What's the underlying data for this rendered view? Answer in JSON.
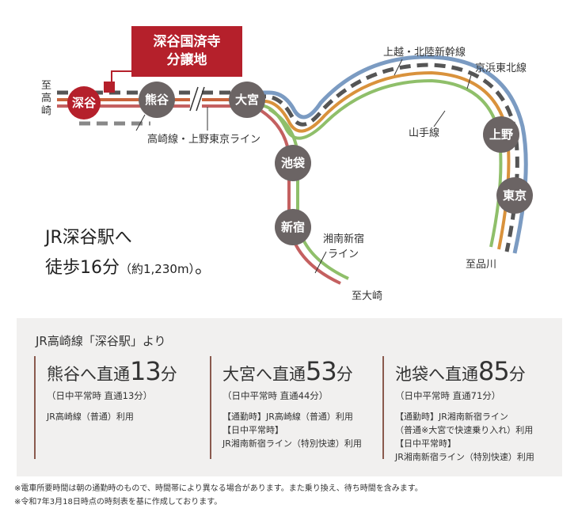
{
  "callout": {
    "line1": "深谷国済寺",
    "line2": "分譲地"
  },
  "direction_takasaki": [
    "至",
    "高",
    "崎"
  ],
  "stations": {
    "fukaya": "深谷",
    "kumagaya": "熊谷",
    "omiya": "大宮",
    "ikebukuro": "池袋",
    "shinjuku": "新宿",
    "ueno": "上野",
    "tokyo": "東京"
  },
  "line_labels": {
    "takasaki_ueno_tokyo": "高崎線・上野東京ライン",
    "shinkansen": "上越・北陸新幹線",
    "keihin_tohoku": "京浜東北線",
    "yamanote": "山手線",
    "shonan_line1": "湘南新宿",
    "shonan_line2": "ライン"
  },
  "direction_labels": {
    "shinagawa": "至品川",
    "osaki": "至大崎"
  },
  "walk": {
    "line1": "JR深谷駅へ",
    "line2_main": "徒歩16分",
    "line2_small": "（約1,230m）",
    "line2_end": "。"
  },
  "panel": {
    "heading": "JR高崎線「深谷駅」より",
    "columns": [
      {
        "title_pre": "熊谷へ直通",
        "minutes": "13",
        "unit": "分",
        "sub": "（日中平常時 直通13分）",
        "notes": [
          "JR高崎線（普通）利用"
        ]
      },
      {
        "title_pre": "大宮へ直通",
        "minutes": "53",
        "unit": "分",
        "sub": "（日中平常時 直通44分）",
        "notes": [
          "【通勤時】JR高崎線（普通）利用",
          "【日中平常時】",
          "JR湘南新宿ライン（特別快速）利用"
        ]
      },
      {
        "title_pre": "池袋へ直通",
        "minutes": "85",
        "unit": "分",
        "sub": "（日中平常時 直通71分）",
        "notes": [
          "【通勤時】JR湘南新宿ライン",
          "（普通※大宮で快速乗り入れ）利用",
          "【日中平常時】",
          "JR湘南新宿ライン（特別快速）利用"
        ]
      }
    ]
  },
  "footnotes": [
    "※電車所要時間は朝の通勤時のもので、時間帯により異なる場合があります。また乗り換え、待ち時間を含みます。",
    "※令和7年3月18日時点の時刻表を基に作成しております。"
  ],
  "colors": {
    "accent_red": "#b5202b",
    "station_gray": "#6b6464",
    "takasaki_line": "#c8643c",
    "keihin_tohoku": "#7b9bc2",
    "yamanote": "#8fbf6a",
    "utsunomiya": "#d9923c",
    "shonan_red": "#c46060",
    "shinkansen_dash": "#555555"
  }
}
